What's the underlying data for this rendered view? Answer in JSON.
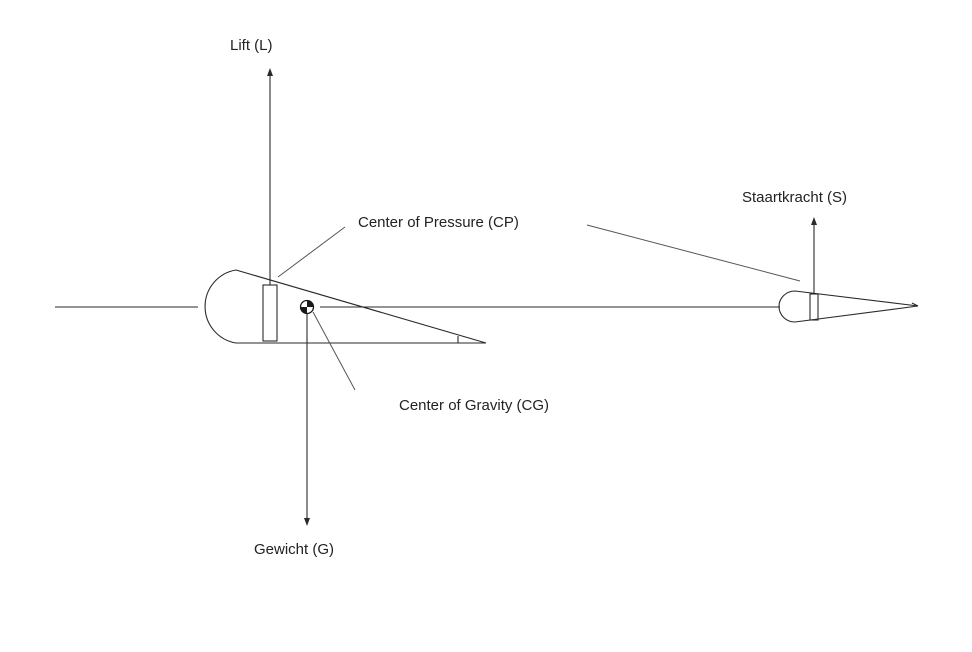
{
  "labels": {
    "lift": "Lift (L)",
    "center_of_pressure": "Center of Pressure (CP)",
    "staartkracht": "Staartkracht (S)",
    "center_of_gravity": "Center of Gravity (CG)",
    "gewicht": "Gewicht (G)"
  },
  "colors": {
    "line": "#2a2a2a",
    "text": "#222222",
    "background": "#ffffff"
  }
}
